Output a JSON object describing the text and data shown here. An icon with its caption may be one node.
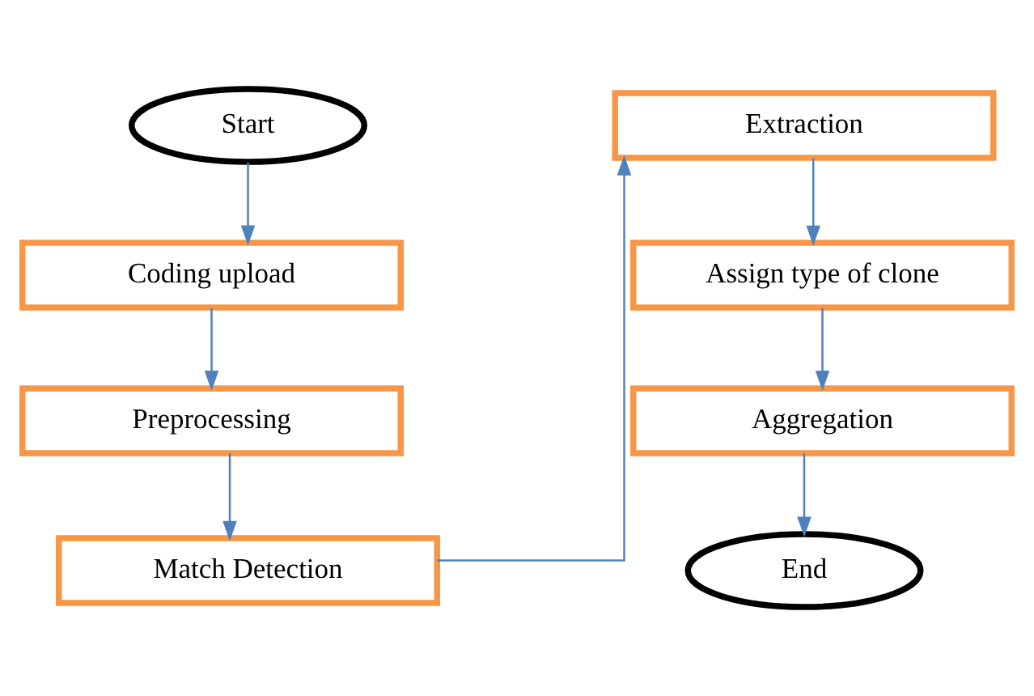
{
  "diagram": {
    "nodes": [
      {
        "text": [
          "Start"
        ]
      },
      {
        "text": [
          "Coding upload"
        ]
      },
      {
        "text": [
          "Preprocessing"
        ]
      },
      {
        "text": [
          "Match Detection"
        ]
      },
      {
        "text": [
          "Extraction"
        ]
      },
      {
        "text": [
          "Assign type of clone"
        ]
      },
      {
        "text": [
          "Aggregation"
        ]
      },
      {
        "text": [
          "End"
        ]
      }
    ],
    "edges": [
      {
        "from": 0,
        "to": 1,
        "arrow": "to"
      },
      {
        "from": 1,
        "to": 2,
        "arrow": "to"
      },
      {
        "from": 2,
        "to": 3,
        "arrow": "to"
      },
      {
        "from": 3,
        "to": 4,
        "arrow": "to"
      },
      {
        "from": 4,
        "to": 5,
        "arrow": "to"
      },
      {
        "from": 5,
        "to": 6,
        "arrow": "to"
      },
      {
        "from": 6,
        "to": 7,
        "arrow": "to"
      }
    ]
  }
}
